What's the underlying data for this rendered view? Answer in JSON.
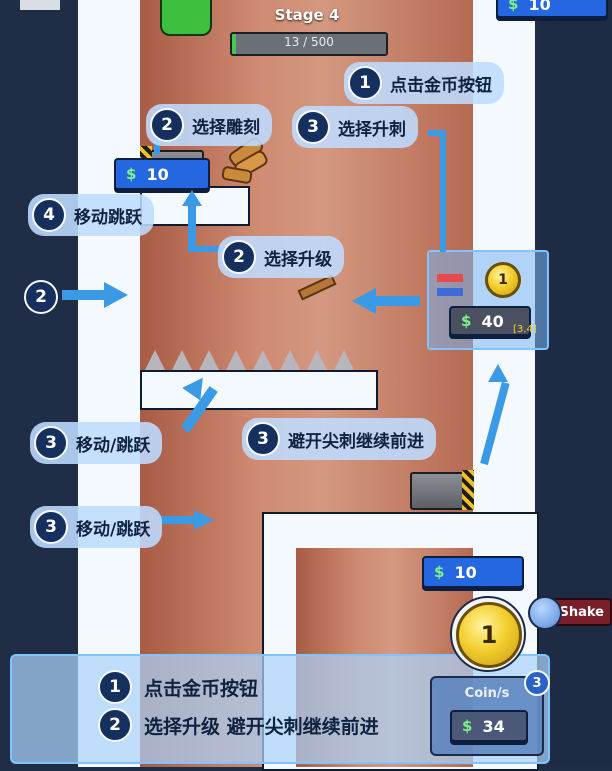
{
  "hud": {
    "stage_label": "Stage 4",
    "progress_text": "13 / 500",
    "progress_fraction": 0.026,
    "top_money": "10"
  },
  "steps": {
    "tap_coin": "点击金币按钮",
    "choose_carve": "选择雕刻",
    "choose_spike_upgrade": "选择升刺",
    "move_jump": "移动跳跃",
    "choose_upgrade": "选择升级",
    "move_jump_slash": "移动/跳跃",
    "avoid_spikes": "避开尖刺继续前进"
  },
  "numbers": {
    "one": "1",
    "two": "2",
    "three": "3",
    "four": "4"
  },
  "prices": {
    "ledge_price": "10",
    "turret_price": "40",
    "turret_level": "[3.4]",
    "turret_coin": "1",
    "bottom_price": "10"
  },
  "coin_button": {
    "value": "1"
  },
  "shake_button": {
    "label": "Shake"
  },
  "bottom_panel": {
    "line1": "点击金币按钮",
    "line2": "选择升级 避开尖刺继续前进",
    "coin_rate_label": "Coin/s",
    "coin_rate_value": "34",
    "badge": "3"
  },
  "colors": {
    "accent": "#2467e0",
    "arrow": "#3a9ae6",
    "panel": "rgba(190,220,255,0.88)",
    "money": "#7ef08a"
  }
}
